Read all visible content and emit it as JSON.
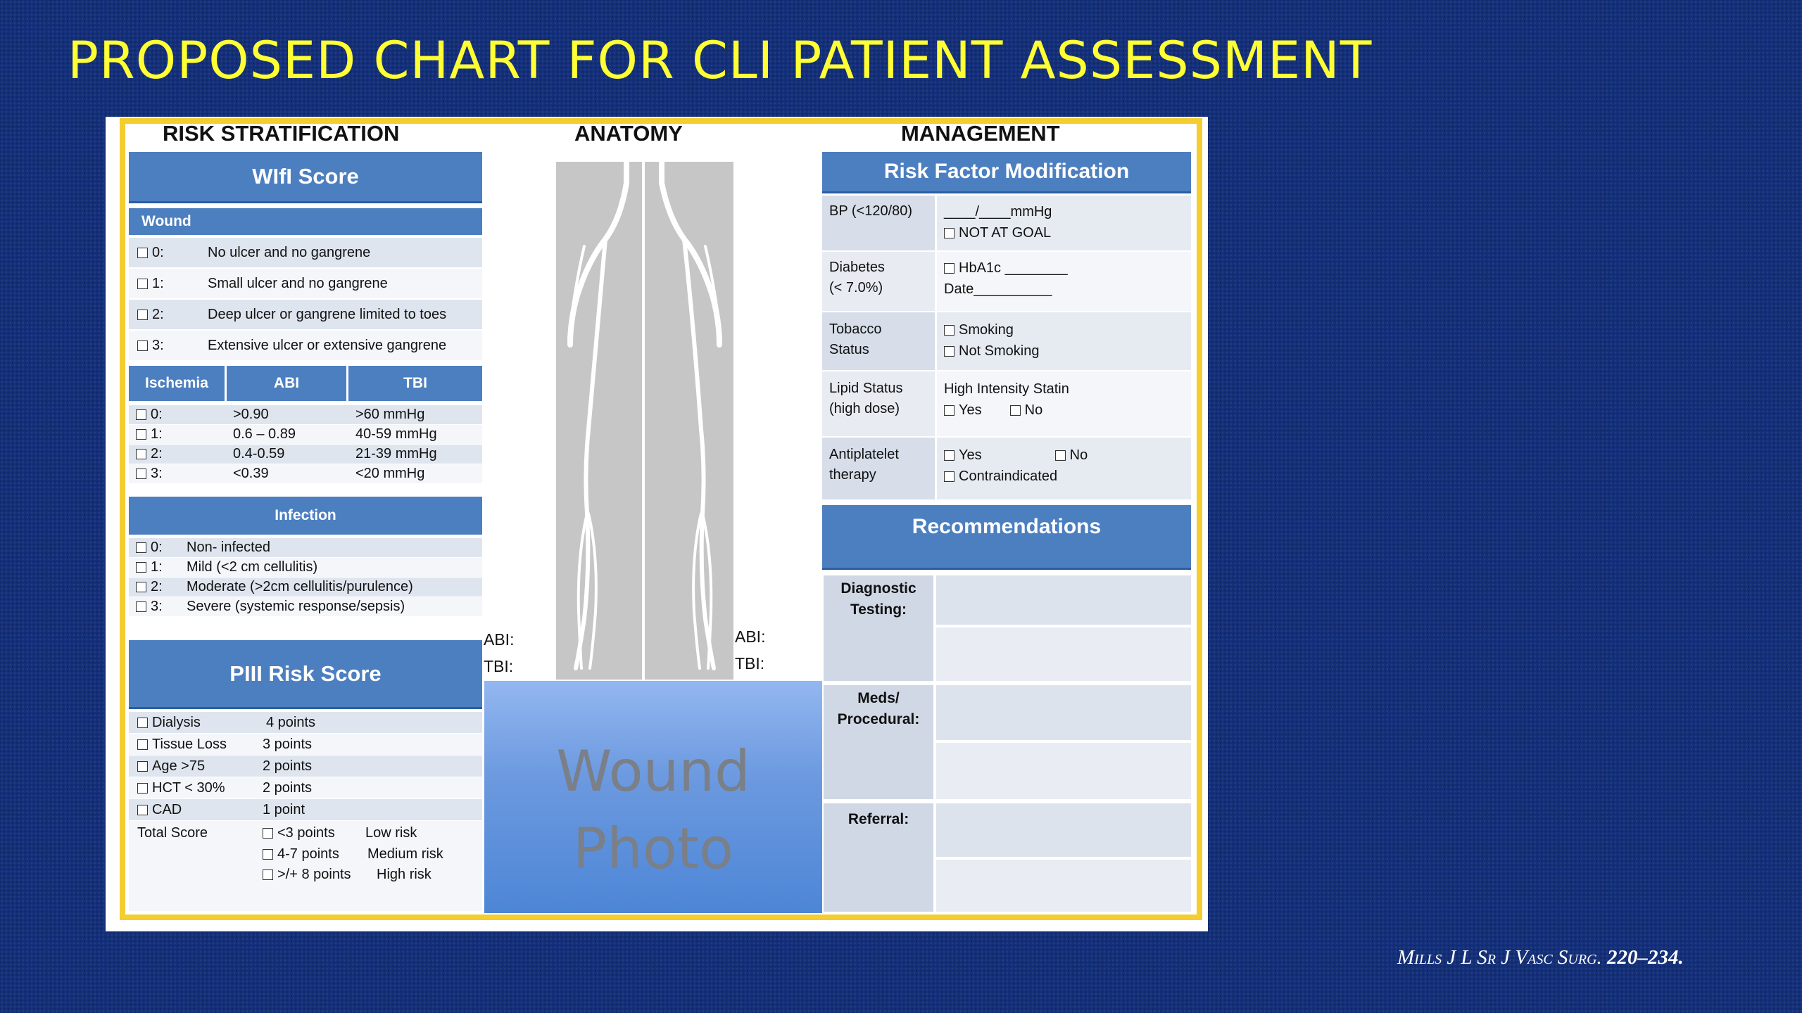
{
  "title": "PROPOSED CHART FOR CLI PATIENT ASSESSMENT",
  "citation": {
    "authors": "Mills J L Sr",
    "journal": "J Vasc Surg.",
    "pages": "220–234."
  },
  "columns": {
    "risk": "RISK STRATIFICATION",
    "anatomy": "ANATOMY",
    "management": "MANAGEMENT"
  },
  "wifi": {
    "title": "WIfI Score",
    "wound": {
      "header": "Wound",
      "rows": [
        {
          "grade": "0:",
          "text": "No ulcer and no gangrene"
        },
        {
          "grade": "1:",
          "text": "Small ulcer and no gangrene"
        },
        {
          "grade": "2:",
          "text": "Deep ulcer or gangrene limited to toes"
        },
        {
          "grade": "3:",
          "text": "Extensive ulcer or extensive gangrene"
        }
      ]
    },
    "ischemia": {
      "headers": [
        "Ischemia",
        "ABI",
        "TBI"
      ],
      "rows": [
        {
          "grade": "0:",
          "abi": ">0.90",
          "tbi": ">60 mmHg"
        },
        {
          "grade": "1:",
          "abi": "0.6 – 0.89",
          "tbi": "40-59 mmHg"
        },
        {
          "grade": "2:",
          "abi": "0.4-0.59",
          "tbi": "21-39 mmHg"
        },
        {
          "grade": "3:",
          "abi": "<0.39",
          "tbi": "<20 mmHg"
        }
      ]
    },
    "infection": {
      "header": "Infection",
      "rows": [
        {
          "grade": "0:",
          "text": "Non- infected"
        },
        {
          "grade": "1:",
          "text": "Mild (<2 cm cellulitis)"
        },
        {
          "grade": "2:",
          "text": "Moderate  (>2cm cellulitis/purulence)"
        },
        {
          "grade": "3:",
          "text": "Severe (systemic response/sepsis)"
        }
      ]
    }
  },
  "piii": {
    "title": "PIII Risk Score",
    "rows": [
      {
        "label": "Dialysis",
        "points": "4 points"
      },
      {
        "label": "Tissue Loss",
        "points": "3 points"
      },
      {
        "label": "Age >75",
        "points": "2 points"
      },
      {
        "label": "HCT < 30%",
        "points": "2 points"
      },
      {
        "label": "CAD",
        "points": "1 point"
      }
    ],
    "total_label": "Total Score",
    "totals": [
      {
        "range": "<3 points",
        "risk": "Low risk"
      },
      {
        "range": "4-7 points",
        "risk": "Medium risk"
      },
      {
        "range": ">/+ 8 points",
        "risk": "High risk"
      }
    ]
  },
  "anatomy": {
    "abi_label": "ABI:",
    "tbi_label": "TBI:",
    "photo_line1": "Wound",
    "photo_line2": "Photo"
  },
  "rfm": {
    "title": "Risk Factor Modification",
    "rows": [
      {
        "label1": "BP (<120/80)",
        "label2": "",
        "value1": "____/____mmHg",
        "value2": "NOT AT GOAL"
      },
      {
        "label1": "Diabetes",
        "label2": "(< 7.0%)",
        "value1": "HbA1c ________",
        "value2": "Date__________"
      },
      {
        "label1": "Tobacco",
        "label2": "Status",
        "value1": "Smoking",
        "value2": "Not Smoking"
      },
      {
        "label1": "Lipid Status",
        "label2": "(high dose)",
        "value1": "High Intensity Statin",
        "value2a": "Yes",
        "value2b": "No"
      },
      {
        "label1": "Antiplatelet",
        "label2": "therapy",
        "value1a": "Yes",
        "value1b": "No",
        "value2": "Contraindicated"
      }
    ]
  },
  "recommendations": {
    "title": "Recommendations",
    "diag1": "Diagnostic",
    "diag2": "Testing:",
    "meds1": "Meds/",
    "meds2": "Procedural:",
    "referral": "Referral:"
  }
}
